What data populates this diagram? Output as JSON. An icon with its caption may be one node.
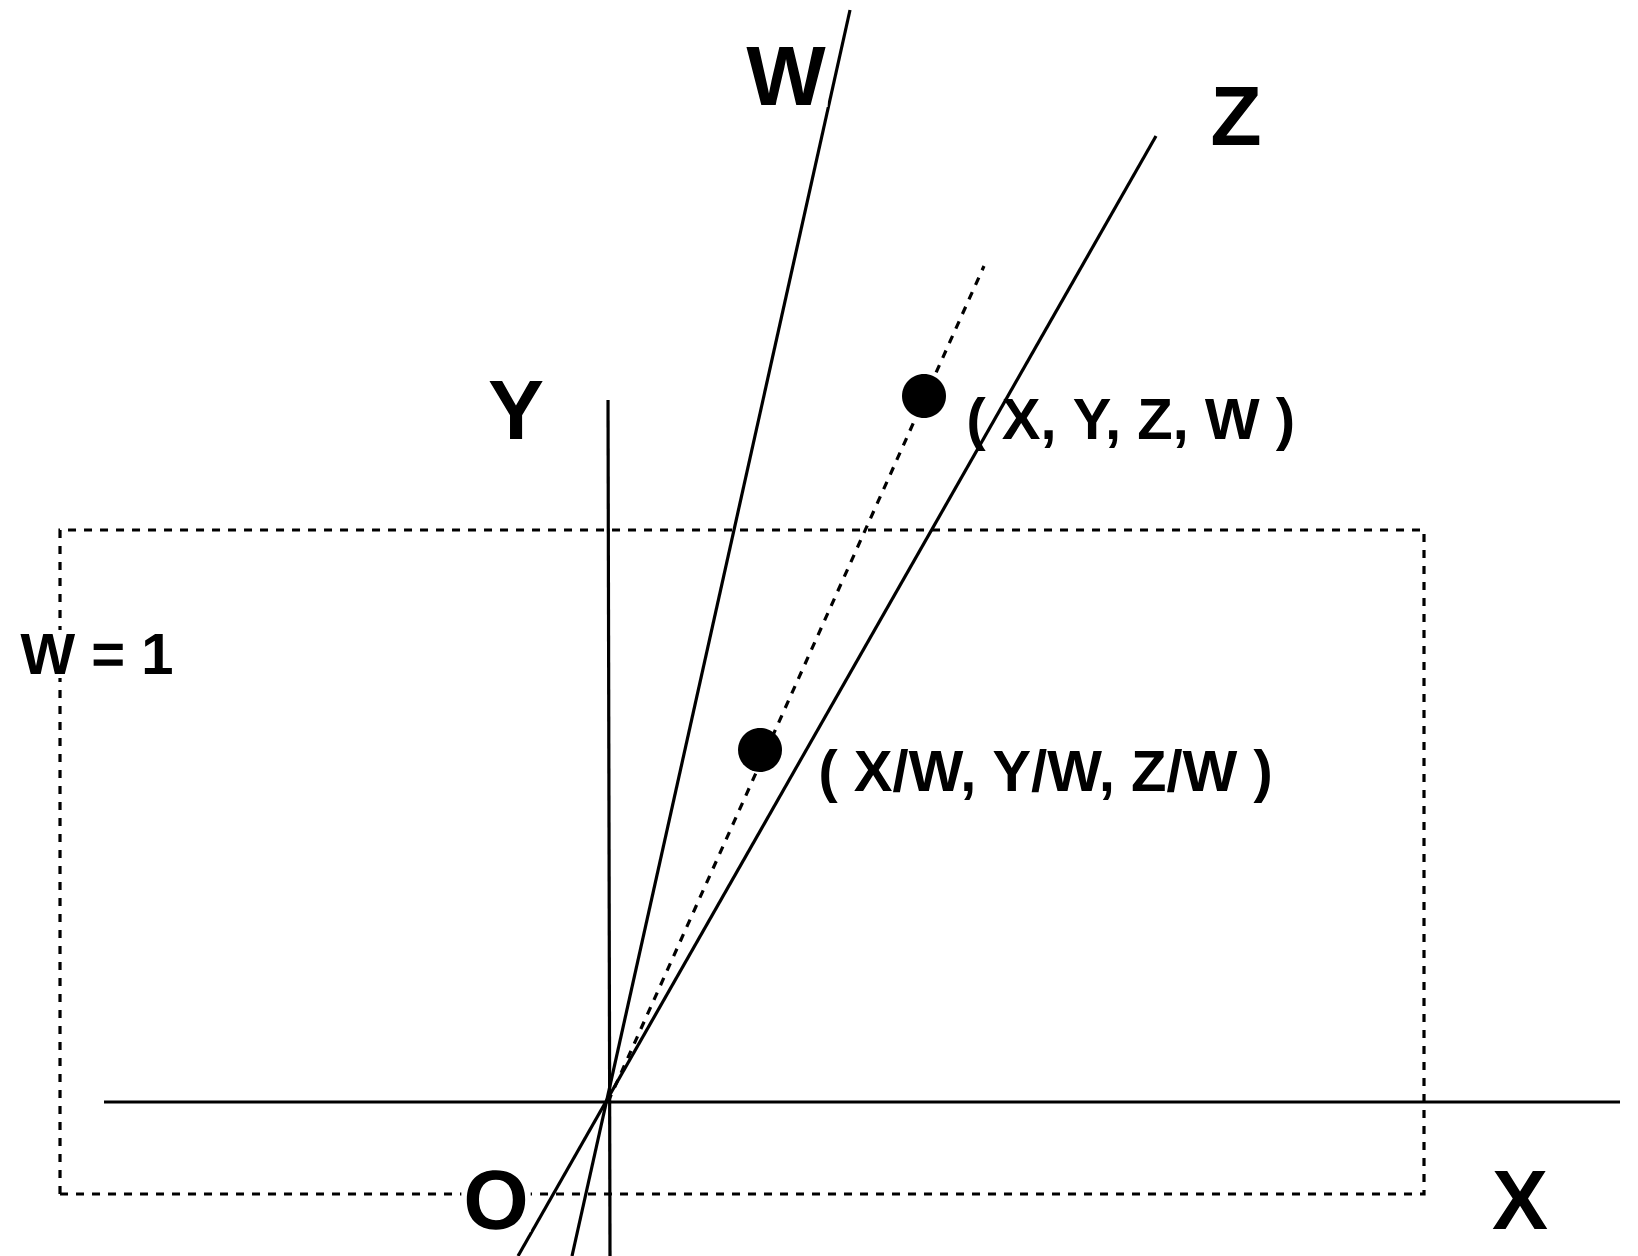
{
  "diagram": {
    "nodes": [
      {
        "text": [
          "W = 1"
        ]
      },
      {
        "text": [],
        "shape": "circle",
        "beside": [
          "( X, Y, Z, W )"
        ]
      },
      {
        "text": [],
        "shape": "circle",
        "beside": [
          "( X/W, Y/W, Z/W )"
        ],
        "in": 0
      }
    ],
    "labels": [
      "W",
      "Z",
      "Y",
      "O",
      "X"
    ]
  }
}
